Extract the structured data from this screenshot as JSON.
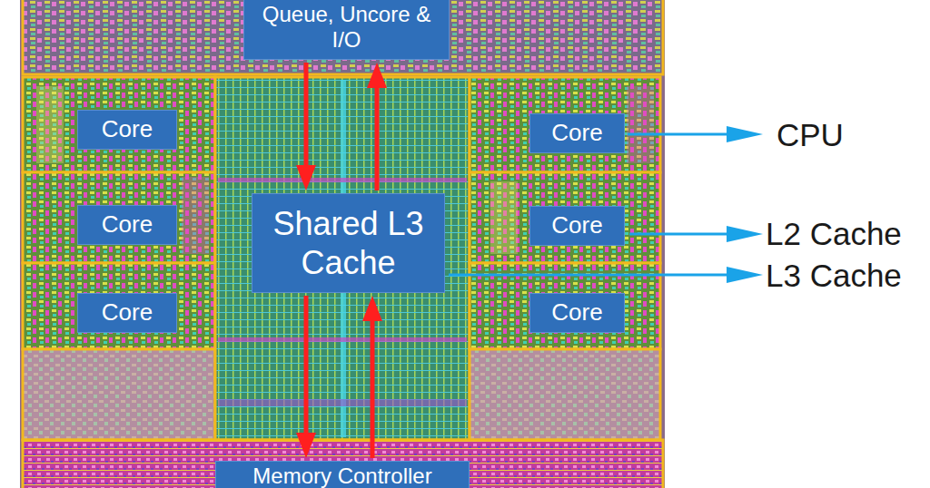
{
  "diagram": {
    "nodes": [
      {
        "text": [
          "Queue, Uncore & I/O"
        ]
      },
      {
        "text": [
          "Core"
        ]
      },
      {
        "text": [
          "Shared L3 Cache"
        ]
      },
      {
        "text": [
          "Core"
        ]
      },
      {
        "text": [
          "Core"
        ]
      },
      {
        "text": [
          "Core"
        ]
      },
      {
        "text": [
          "Core"
        ]
      },
      {
        "text": [
          "Core"
        ]
      },
      {
        "text": [
          "Memory Controller"
        ]
      }
    ],
    "edges": [
      {
        "from": 0,
        "to": 2,
        "arrow": "to"
      },
      {
        "from": 2,
        "to": 0,
        "arrow": "to"
      },
      {
        "from": 2,
        "to": 8,
        "arrow": "to"
      },
      {
        "from": 8,
        "to": 2,
        "arrow": "to"
      }
    ],
    "labels": [
      "CPU",
      "L2 Cache",
      "L3 Cache"
    ]
  }
}
